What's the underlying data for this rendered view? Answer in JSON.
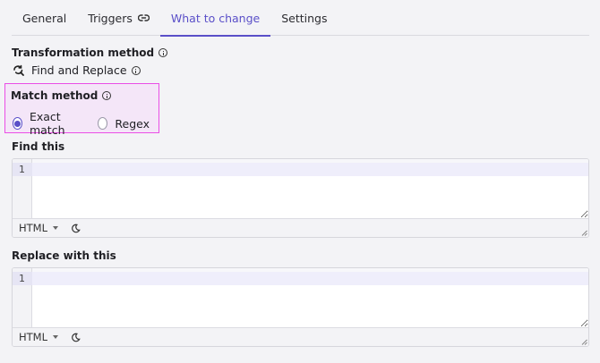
{
  "tabs": [
    {
      "label": "General",
      "active": false
    },
    {
      "label": "Triggers",
      "active": false,
      "icon": "link-icon"
    },
    {
      "label": "What to change",
      "active": true
    },
    {
      "label": "Settings",
      "active": false
    }
  ],
  "transformation": {
    "label": "Transformation method",
    "method_label": "Find and Replace",
    "method_icon": "find-replace-icon"
  },
  "match": {
    "label": "Match method",
    "options": [
      {
        "label": "Exact match",
        "checked": true
      },
      {
        "label": "Regex",
        "checked": false
      }
    ]
  },
  "find": {
    "label": "Find this",
    "line_number": "1",
    "value": "",
    "language": "HTML"
  },
  "replace": {
    "label": "Replace with this",
    "line_number": "1",
    "value": "",
    "language": "HTML"
  },
  "colors": {
    "accent": "#5a4fc8",
    "highlight_border": "#ea4ee6",
    "highlight_bg": "#f4e6f8"
  }
}
